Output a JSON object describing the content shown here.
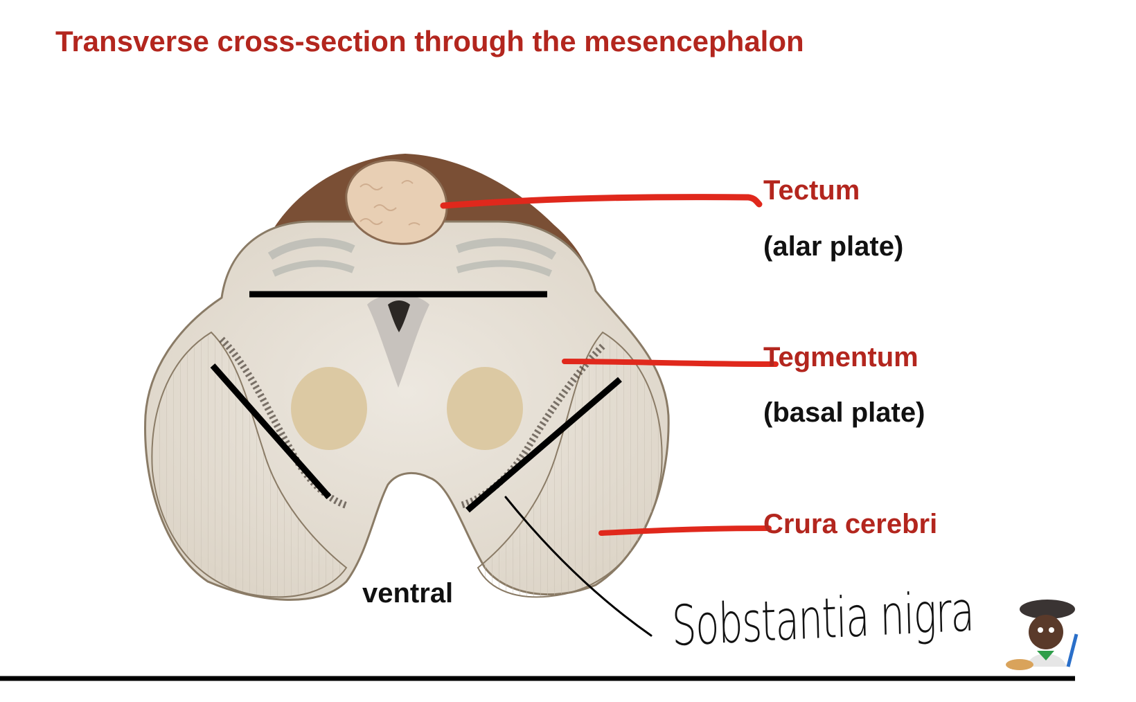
{
  "title": "Transverse cross-section through the mesencephalon",
  "labels": {
    "tectum": "Tectum",
    "alar_plate": "(alar plate)",
    "tegmentum": "Tegmentum",
    "basal_plate": "(basal plate)",
    "crura_cerebri": "Crura cerebri",
    "ventral": "ventral"
  },
  "annotation": {
    "handwritten": "Sobstantia nigra",
    "emoji_icon": "artist-emoji-icon"
  },
  "colors": {
    "title_red": "#b3261e",
    "annotation_red": "#e0281c",
    "ink": "#111111"
  }
}
